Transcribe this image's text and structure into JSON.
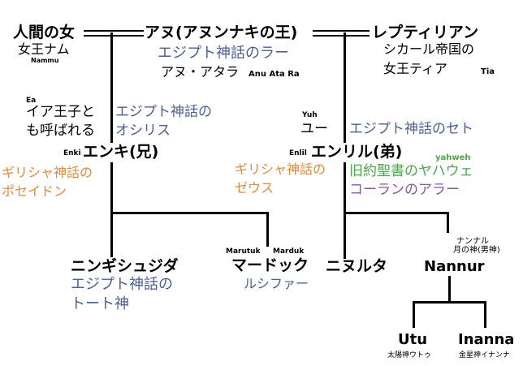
{
  "nodes": {
    "human_woman": {
      "name": "人間の女",
      "sub": "女王ナム",
      "tag": "Nammu"
    },
    "anu": {
      "name": "アヌ(アヌンナキの王)",
      "alt1": "エジプト神話のラー",
      "alt2": "アヌ・アタラ",
      "tag": "Anu Ata Ra"
    },
    "reptilian": {
      "name": "レプティリアン",
      "sub1": "シカール帝国の",
      "sub2": "女王ティア",
      "tag": "Tia"
    },
    "enki": {
      "tag_top": "Ea",
      "note1": "イア王子と",
      "note2": "も呼ばれる",
      "egypt1": "エジプト神話の",
      "egypt2": "オシリス",
      "tag": "Enki",
      "name": "エンキ(兄)",
      "greek1": "ギリシャ神話の",
      "greek2": "ポセイドン"
    },
    "enlil": {
      "tag_top": "Yuh",
      "note": "ユー",
      "egypt": "エジプト神話のセト",
      "tag": "Enlil",
      "name": "エンリル(弟)",
      "greek1": "ギリシャ神話の",
      "greek2": "ゼウス",
      "yahweh": "yahweh",
      "bible": "旧約聖書のヤハウェ",
      "quran": "コーランのアラー"
    },
    "ningishzida": {
      "name": "ニンギシュジダ",
      "egypt1": "エジプト神話の",
      "egypt2": "トート神"
    },
    "marduk": {
      "tag1": "Marutuk",
      "tag2": "Marduk",
      "name": "マードック",
      "alt": "ルシファー"
    },
    "ninurta": {
      "name": "ニヌルタ"
    },
    "nannur": {
      "note1": "ナンナル",
      "note2": "月の神(男神)",
      "name": "Nannur"
    },
    "utu": {
      "name": "Utu",
      "sub": "太陽神ウトゥ"
    },
    "inanna": {
      "name": "Inanna",
      "sub": "金星神イナンナ"
    }
  },
  "colors": {
    "line": "#000000",
    "egypt": "#4b5f94",
    "greek": "#e4883a",
    "bible": "#4aa84a",
    "quran": "#8a559f"
  }
}
